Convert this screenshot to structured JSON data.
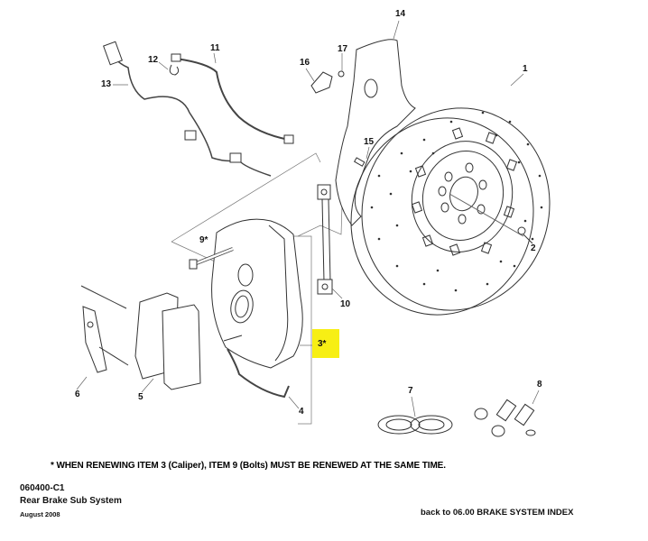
{
  "diagram": {
    "title": "Rear Brake Sub System",
    "highlight_color": "#f7ef14",
    "callouts": [
      {
        "id": "1",
        "label": "1"
      },
      {
        "id": "2",
        "label": "2"
      },
      {
        "id": "3",
        "label": "3*"
      },
      {
        "id": "4",
        "label": "4"
      },
      {
        "id": "5",
        "label": "5"
      },
      {
        "id": "6",
        "label": "6"
      },
      {
        "id": "7",
        "label": "7"
      },
      {
        "id": "8",
        "label": "8"
      },
      {
        "id": "9",
        "label": "9*"
      },
      {
        "id": "10",
        "label": "10"
      },
      {
        "id": "11",
        "label": "11"
      },
      {
        "id": "12",
        "label": "12"
      },
      {
        "id": "13",
        "label": "13"
      },
      {
        "id": "14",
        "label": "14"
      },
      {
        "id": "15",
        "label": "15"
      },
      {
        "id": "16",
        "label": "16"
      },
      {
        "id": "17",
        "label": "17"
      }
    ]
  },
  "footer": {
    "note": "* WHEN RENEWING ITEM 3 (Caliper),  ITEM 9 (Bolts) MUST BE RENEWED AT THE SAME TIME.",
    "code": "060400-C1",
    "subsystem": "Rear Brake Sub System",
    "date": "August 2008",
    "back_link": "back to 06.00 BRAKE SYSTEM INDEX"
  }
}
